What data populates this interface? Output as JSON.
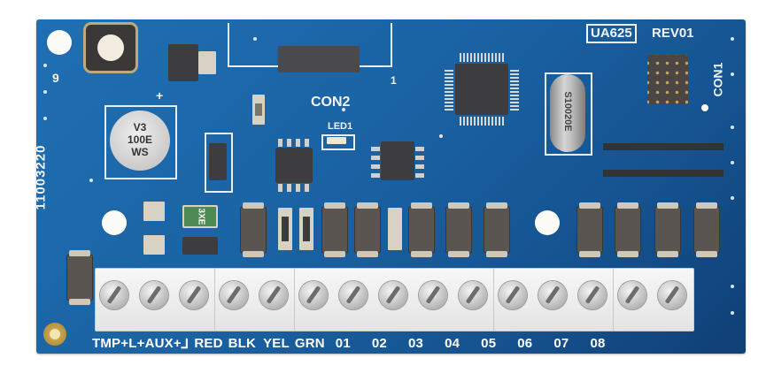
{
  "image": {
    "subject": "Blue printed circuit board (PGM output expander module)",
    "background_color": "#ffffff",
    "board_color": "#1a62a3"
  },
  "silkscreen": {
    "model": "UA625",
    "revision": "REV01",
    "part_number": "11003220",
    "corner_mark": "9",
    "con2_label": "CON2",
    "con2_pin1": "1",
    "con1_label": "CON1",
    "led_label": "LED1",
    "plus_mark": "+"
  },
  "components": {
    "capacitor_text": [
      "V3",
      "100E",
      "WS"
    ],
    "crystal_text": "S10020E",
    "fuse_text": "3XE"
  },
  "terminals": {
    "labels": [
      "TMP",
      "+L+",
      "AUX+",
      "⅃",
      "RED",
      "BLK",
      "YEL",
      "GRN",
      "01",
      "02",
      "03",
      "04",
      "05",
      "06",
      "07",
      "08"
    ],
    "full_label_text": "TMP+L+AUX+⅃ RED BLK YEL GRN 01 02 03 04 05 06 07 08"
  }
}
